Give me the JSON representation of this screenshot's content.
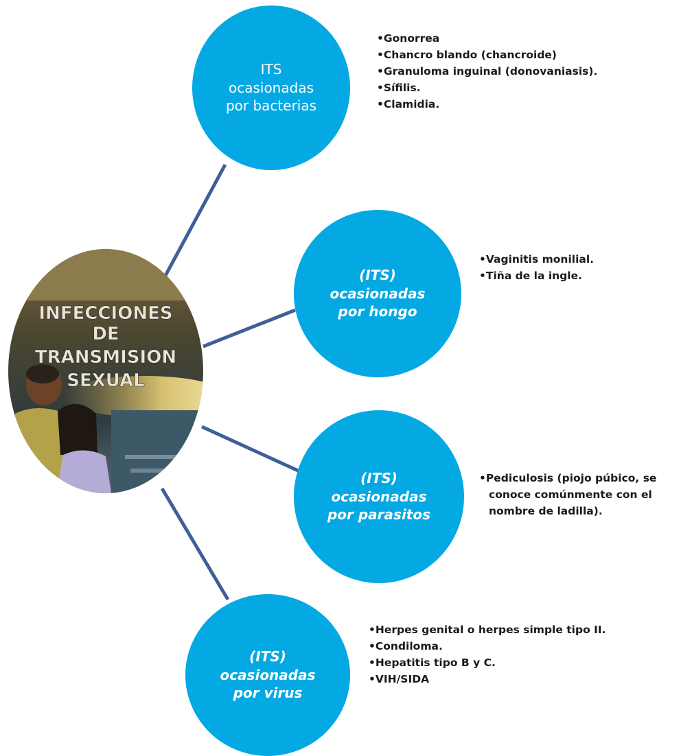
{
  "center_image": {
    "caption_lines": [
      "INFECCIONES",
      "DE",
      "TRANSMISION",
      "SEXUAL"
    ]
  },
  "nodes": [
    {
      "lines": [
        "ITS",
        "ocasionadas",
        "por bacterias"
      ],
      "items": [
        "•Gonorrea",
        "•Chancro blando (chancroide)",
        "•Granuloma inguinal (donovaniasis).",
        "•Sífilis.",
        "•Clamidia."
      ]
    },
    {
      "lines": [
        "(ITS)",
        "ocasionadas",
        "por hongo"
      ],
      "items": [
        "•Vaginitis monilial.",
        "•Tiña de la ingle."
      ]
    },
    {
      "lines": [
        "(ITS)",
        "ocasionadas",
        "por parasitos"
      ],
      "items": [
        "•Pediculosis (piojo púbico, se conoce comúnmente con el nombre de ladilla)."
      ]
    },
    {
      "lines": [
        "(ITS)",
        "ocasionadas",
        "por virus"
      ],
      "items": [
        "•Herpes genital o herpes simple tipo II.",
        "•Condiloma.",
        "•Hepatitis tipo B y C.",
        "•VIH/SIDA"
      ]
    }
  ],
  "colors": {
    "circle_fill": "#04A9E4",
    "connector": "#3E5F99"
  }
}
